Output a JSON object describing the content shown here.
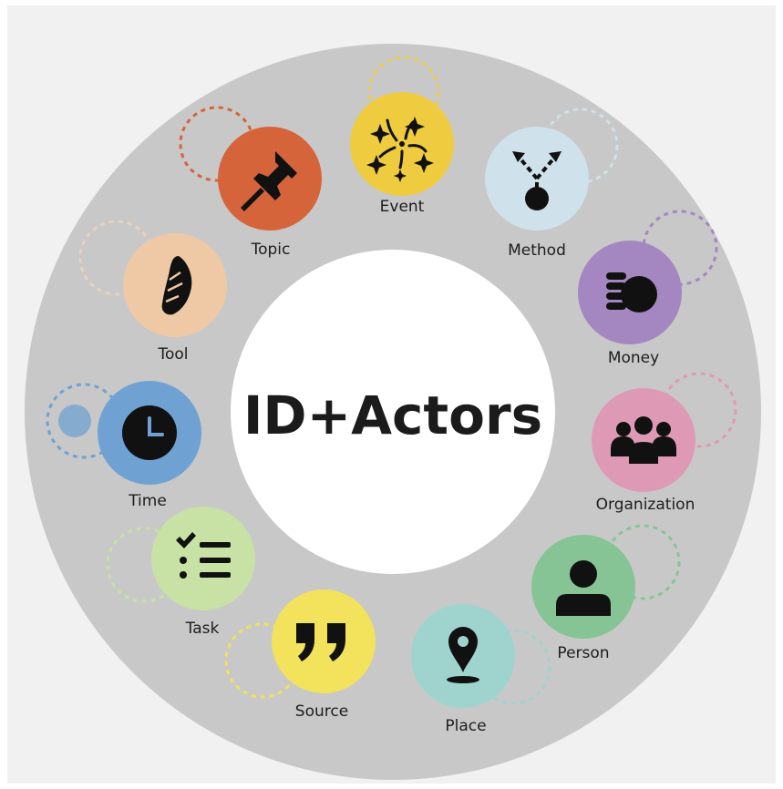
{
  "diagram": {
    "center_label": "ID+Actors",
    "colors": {
      "frame": "#f1f1f1",
      "ring": "#c8c8c8",
      "hub": "#ffffff",
      "icon_ink": "#111111"
    },
    "nodes": [
      {
        "id": "event",
        "label": "Event",
        "color": "#efcb3f",
        "icon": "sparkle-burst-icon"
      },
      {
        "id": "method",
        "label": "Method",
        "color": "#cfe1ea",
        "icon": "branching-arrows-icon"
      },
      {
        "id": "money",
        "label": "Money",
        "color": "#a487c0",
        "icon": "coin-stack-icon"
      },
      {
        "id": "organization",
        "label": "Organization",
        "color": "#de9ab5",
        "icon": "group-icon"
      },
      {
        "id": "person",
        "label": "Person",
        "color": "#86c496",
        "icon": "person-icon"
      },
      {
        "id": "place",
        "label": "Place",
        "color": "#9fd3ce",
        "icon": "map-pin-icon"
      },
      {
        "id": "source",
        "label": "Source",
        "color": "#f2e25c",
        "icon": "quote-icon"
      },
      {
        "id": "task",
        "label": "Task",
        "color": "#c7e2a4",
        "icon": "checklist-icon"
      },
      {
        "id": "time",
        "label": "Time",
        "color": "#6fa2d2",
        "icon": "clock-icon"
      },
      {
        "id": "tool",
        "label": "Tool",
        "color": "#efc9a6",
        "icon": "stone-tool-icon"
      },
      {
        "id": "topic",
        "label": "Topic",
        "color": "#d6643b",
        "icon": "pushpin-icon"
      }
    ]
  }
}
